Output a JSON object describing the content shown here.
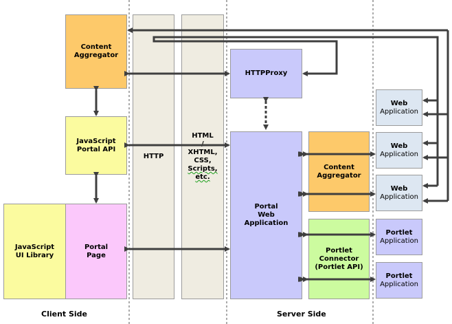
{
  "boxes": {
    "content_aggregator_client": {
      "line1": "Content",
      "line2": "Aggregator"
    },
    "javascript_portal_api": {
      "line1": "JavaScript",
      "line2": "Portal API"
    },
    "javascript_ui_library": {
      "line1": "JavaScript",
      "line2": "UI Library"
    },
    "portal_page": {
      "line1": "Portal",
      "line2": "Page"
    },
    "http_column": {
      "label": "HTTP"
    },
    "content_column": {
      "line1": "HTML",
      "line2": "/",
      "line3": "XHTML,",
      "line4": "CSS,",
      "line5": "Scripts,",
      "line6": "etc."
    },
    "httpproxy": {
      "label": "HTTPProxy"
    },
    "portal_web_application": {
      "line1": "Portal",
      "line2": "Web",
      "line3": "Application"
    },
    "content_aggregator_server": {
      "line1": "Content",
      "line2": "Aggregator"
    },
    "portlet_connector": {
      "line1": "Portlet",
      "line2": "Connector",
      "line3": "(Portlet API)"
    },
    "web_application_1": {
      "title": "Web",
      "sub": "Application"
    },
    "web_application_2": {
      "title": "Web",
      "sub": "Application"
    },
    "web_application_3": {
      "title": "Web",
      "sub": "Application"
    },
    "portlet_application_1": {
      "title": "Portlet",
      "sub": "Application"
    },
    "portlet_application_2": {
      "title": "Portlet",
      "sub": "Application"
    }
  },
  "labels": {
    "client_side": "Client Side",
    "server_side": "Server Side"
  },
  "colors": {
    "orange": "#fdc96a",
    "yellow": "#fbfb9f",
    "pink": "#fbc8fb",
    "lavender": "#c9c9fb",
    "light_blue": "#dde7f2",
    "green": "#ccfb9f",
    "beige": "#efece1",
    "arrow": "#3f3f3f"
  }
}
